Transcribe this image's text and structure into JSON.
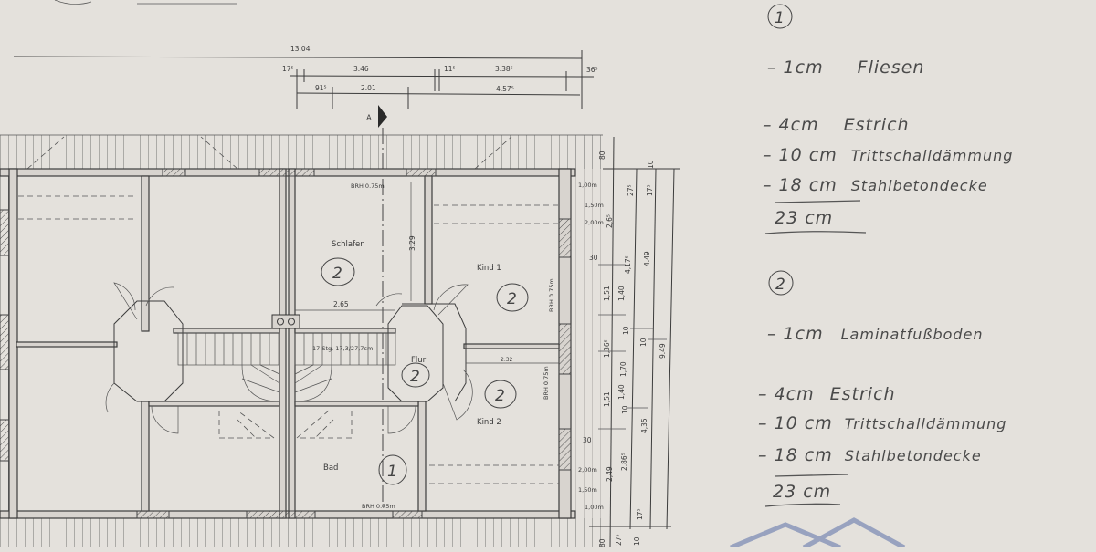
{
  "plan": {
    "dimensions_top": {
      "overall": "13.04",
      "row1": [
        "17⁵",
        "3.46",
        "11⁵",
        "3.38⁵",
        "36⁵"
      ],
      "row2": [
        "91⁵",
        "2.01",
        "4.57⁵"
      ]
    },
    "section_marker": "A",
    "rooms": {
      "schlafen": "Schlafen",
      "kind1": "Kind 1",
      "flur": "Flur",
      "kind2": "Kind 2",
      "bad": "Bad"
    },
    "floor_markers": {
      "schlafen": "2",
      "kind1": "2",
      "flur": "2",
      "kind2": "2",
      "bad": "1"
    },
    "parapet_label": "BRH 0.75m",
    "stair_label": "17 Stg. 17,3/27,7cm",
    "inner_dims": {
      "schlafen_depth": "3.29",
      "schlafen_width": "2.65",
      "kind2_width": "2.32"
    },
    "dims_right": {
      "top_80": "80",
      "w1_100": "1,00m",
      "w1_150": "1,50m",
      "w1_200": "2,00m",
      "d_265": "2,6⁵",
      "d_30a": "30",
      "d_4175": "4,17⁵",
      "d_449": "4.49",
      "d_151a": "1,51",
      "d_140a": "1,40",
      "d_10a": "10",
      "d_10b": "10",
      "d_1365": "1,36⁵",
      "d_949": "9.49",
      "d_170": "1,70",
      "d_151b": "1,51",
      "d_140b": "1,40",
      "d_10c": "10",
      "d_435": "4,35",
      "d_30b": "30",
      "w2_200": "2,00m",
      "w2_150": "1,50m",
      "w2_100": "1,00m",
      "d_249": "2,49",
      "d_2865": "2,86⁵",
      "d_10top": "10",
      "d_175top": "17⁵",
      "d_275top": "27⁵",
      "d_175bot": "17⁵",
      "d_275bot": "27⁵",
      "d_10bot": "10",
      "bot_80": "80"
    }
  },
  "notes": [
    {
      "marker": "1",
      "layers": [
        {
          "thickness": "1cm",
          "material": "Fliesen"
        },
        {
          "thickness": "4cm",
          "material": "Estrich"
        },
        {
          "thickness": "10 cm",
          "material": "Trittschalldämmung"
        },
        {
          "thickness": "18 cm",
          "material": "Stahlbetondecke"
        }
      ],
      "total": "23 cm"
    },
    {
      "marker": "2",
      "layers": [
        {
          "thickness": "1cm",
          "material": "Laminatfußboden"
        },
        {
          "thickness": "4cm",
          "material": "Estrich"
        },
        {
          "thickness": "10 cm",
          "material": "Trittschalldämmung"
        },
        {
          "thickness": "18 cm",
          "material": "Stahlbetondecke"
        }
      ],
      "total": "23 cm"
    }
  ],
  "colors": {
    "paper": "#e4e1dc",
    "ink": "#3c3c3c",
    "watermark": "#5a6fa8"
  }
}
